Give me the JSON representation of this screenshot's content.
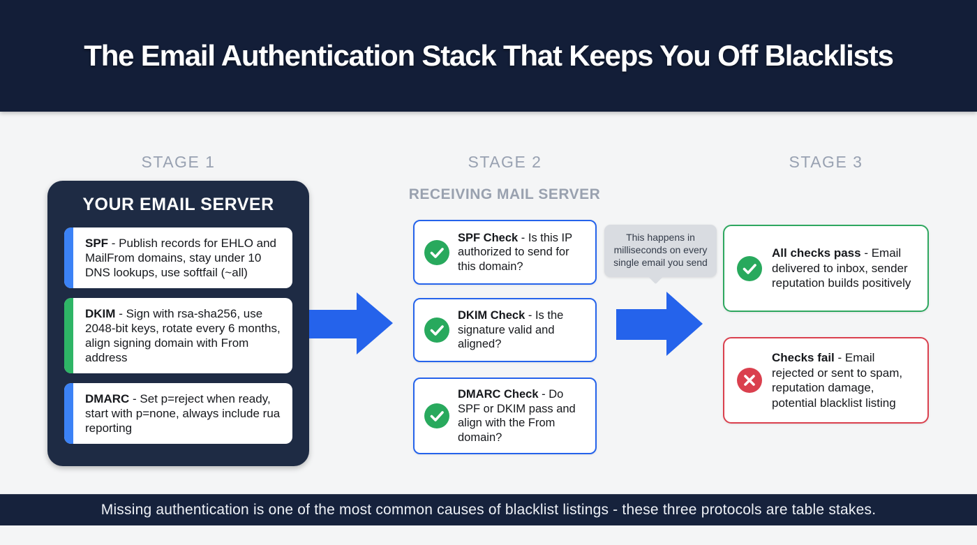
{
  "header": {
    "title": "The Email Authentication Stack That Keeps You Off Blacklists"
  },
  "stage1": {
    "label": "STAGE 1",
    "panel_title": "YOUR EMAIL SERVER",
    "items": [
      {
        "term": "SPF",
        "desc": "- Publish records for EHLO and MailFrom domains, stay under 10 DNS lookups, use softfail (~all)",
        "accent": "#3b82f6"
      },
      {
        "term": "DKIM",
        "desc": "- Sign with rsa-sha256, use 2048-bit keys, rotate every 6 months, align signing domain with From address",
        "accent": "#2eb566"
      },
      {
        "term": "DMARC",
        "desc": "- Set p=reject when ready, start with p=none, always include rua reporting",
        "accent": "#3b82f6"
      }
    ]
  },
  "stage2": {
    "label": "STAGE 2",
    "heading": "RECEIVING MAIL SERVER",
    "checks": [
      {
        "term": "SPF Check",
        "desc": "- Is this IP authorized to send for this domain?"
      },
      {
        "term": "DKIM Check",
        "desc": "- Is the signature valid and aligned?"
      },
      {
        "term": "DMARC Check",
        "desc": "- Do SPF or DKIM pass and align with the From domain?"
      }
    ]
  },
  "tooltip": {
    "text": "This happens in milliseconds on every single email you send"
  },
  "stage3": {
    "label": "STAGE 3",
    "outcomes": [
      {
        "term": "All checks pass",
        "desc": "- Email delivered to inbox, sender reputation builds positively",
        "type": "pass"
      },
      {
        "term": "Checks fail",
        "desc": "- Email rejected or sent to spam, reputation damage, potential blacklist listing",
        "type": "fail"
      }
    ]
  },
  "footer": {
    "text": "Missing authentication is one of the most common causes of blacklist listings - these three protocols are table stakes."
  },
  "colors": {
    "header_navy": "#131e38",
    "panel_navy": "#1e2b44",
    "footer_navy": "#16223c",
    "background": "#f4f5f6",
    "arrow_blue": "#2563eb",
    "border_blue": "#2563eb",
    "stripe_blue": "#3b82f6",
    "stripe_green": "#2eb566",
    "check_green": "#28a95d",
    "pass_border_green": "#2ea75f",
    "fail_red": "#da404e",
    "stage_label_gray": "#98a1b1",
    "tooltip_gray": "#d9dce1"
  }
}
